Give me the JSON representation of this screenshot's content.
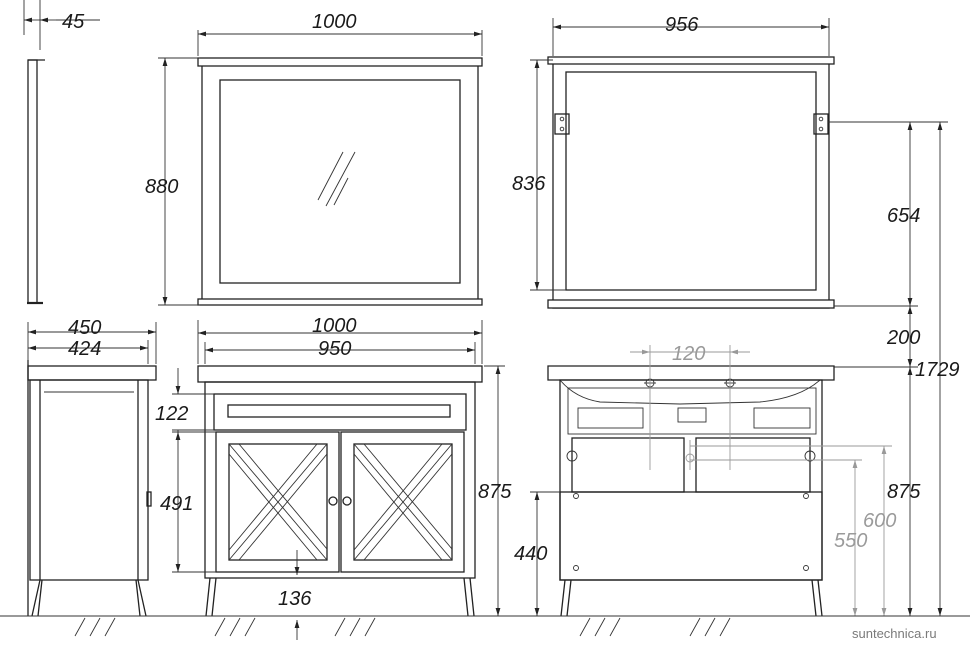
{
  "dimensions": {
    "mirror_side_depth": "45",
    "mirror_front_width": "1000",
    "mirror_front_height": "880",
    "mirror_back_width": "956",
    "mirror_back_height": "836",
    "mirror_mount_height": "654",
    "gap_mirror_to_vanity": "200",
    "total_height": "1729",
    "vanity_side_depth_top": "450",
    "vanity_side_depth_body": "424",
    "vanity_top_width": "1000",
    "vanity_body_width": "950",
    "drawer_height": "122",
    "door_height": "491",
    "vanity_height_front": "875",
    "drain_offset": "136",
    "tap_spacing": "120",
    "vanity_height_back": "875",
    "pipe_height_upper": "600",
    "pipe_height_lower": "550",
    "back_panel_height": "440"
  },
  "watermark": "suntechnica.ru"
}
